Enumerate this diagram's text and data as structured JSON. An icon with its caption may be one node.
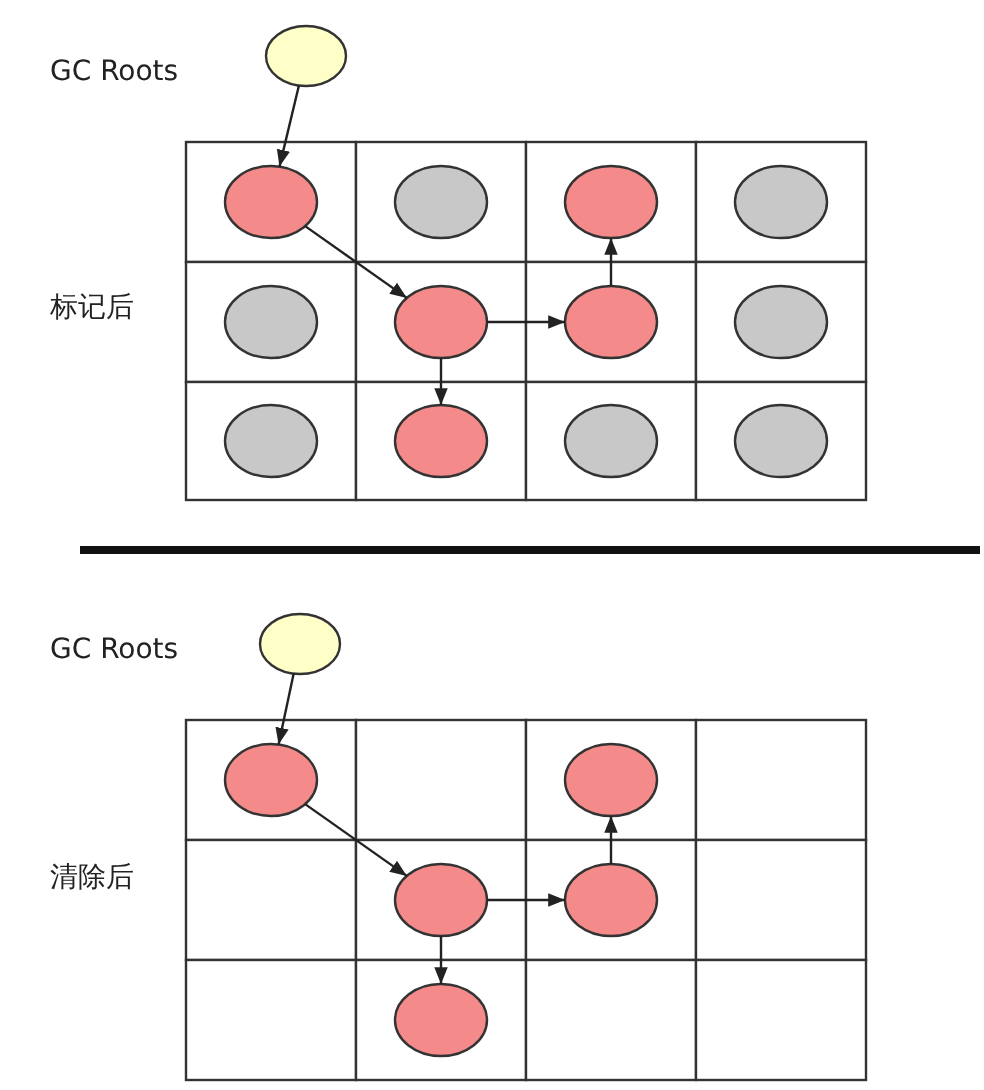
{
  "diagram": {
    "nodes": [
      {
        "text": [],
        "shape": "circle"
      },
      {
        "text": [],
        "shape": "ellipse"
      },
      {
        "text": [],
        "shape": "ellipse"
      },
      {
        "text": [],
        "shape": "ellipse"
      },
      {
        "text": [],
        "shape": "ellipse"
      },
      {
        "text": [],
        "shape": "ellipse"
      },
      {
        "text": [],
        "shape": "ellipse"
      },
      {
        "text": [],
        "shape": "ellipse"
      },
      {
        "text": [],
        "shape": "ellipse"
      },
      {
        "text": [],
        "shape": "ellipse"
      },
      {
        "text": [],
        "shape": "ellipse"
      },
      {
        "text": [],
        "shape": "ellipse"
      },
      {
        "text": [],
        "shape": "ellipse"
      },
      {
        "text": [],
        "shape": "circle"
      },
      {
        "text": [],
        "shape": "ellipse"
      },
      {
        "text": [],
        "shape": "ellipse"
      },
      {
        "text": [],
        "shape": "ellipse"
      },
      {
        "text": [],
        "shape": "ellipse"
      },
      {
        "text": [],
        "shape": "ellipse"
      }
    ],
    "edges": [
      {
        "from": 0,
        "to": 1,
        "arrow": "to"
      },
      {
        "from": 1,
        "to": 6,
        "arrow": "to"
      },
      {
        "from": 6,
        "to": 7,
        "arrow": "to"
      },
      {
        "from": 7,
        "to": 3,
        "arrow": "to"
      },
      {
        "from": 6,
        "to": 10,
        "arrow": "to"
      },
      {
        "from": 13,
        "to": 14,
        "arrow": "to"
      },
      {
        "from": 14,
        "to": 16,
        "arrow": "to"
      },
      {
        "from": 16,
        "to": 17,
        "arrow": "to"
      },
      {
        "from": 17,
        "to": 15,
        "arrow": "to"
      },
      {
        "from": 16,
        "to": 18,
        "arrow": "to"
      }
    ],
    "labels": [
      "GC Roots",
      "标记后",
      "GC Roots",
      "清除后"
    ]
  }
}
